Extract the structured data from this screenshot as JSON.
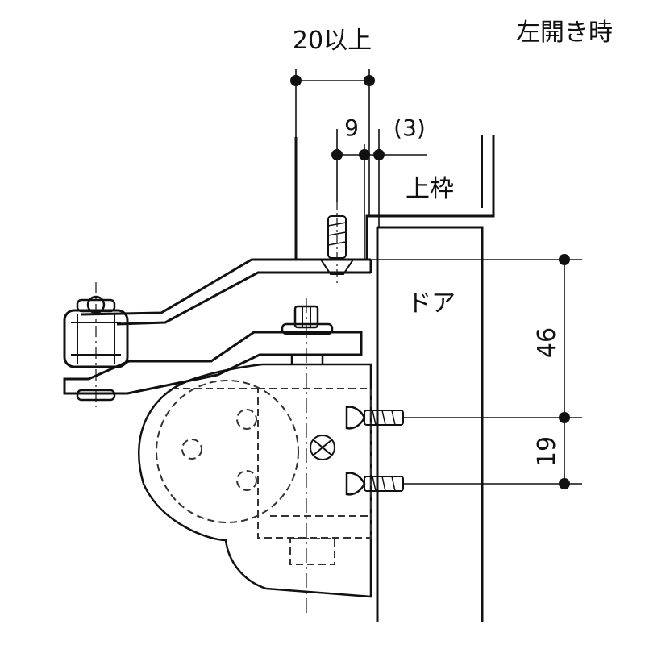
{
  "labels": {
    "title": "左開き時",
    "min_clearance": "20以上",
    "offset_9": "9",
    "offset_3": "(3)",
    "frame": "上枠",
    "door": "ドア",
    "height_46": "46",
    "height_19": "19"
  },
  "colors": {
    "ink": "#111111",
    "hatch": "#d9d9d9",
    "background": "#ffffff"
  }
}
